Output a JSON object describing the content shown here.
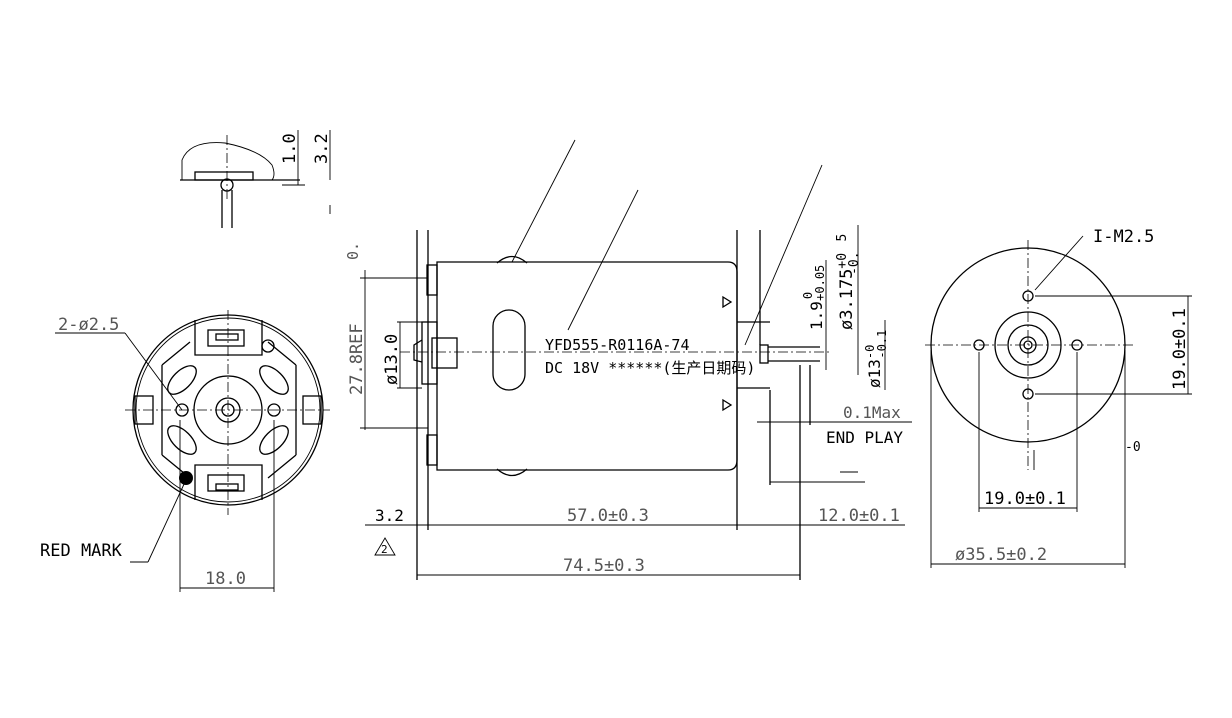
{
  "drawing": {
    "model_label": "YFD555-R0116A-74",
    "voltage_label": "DC 18V ******(生产日期码)",
    "colors": {
      "line": "#000000",
      "dimension": "#555555",
      "background": "#ffffff"
    }
  },
  "top_view": {
    "dim_1": "1.0",
    "dim_2": "3.2"
  },
  "front_view": {
    "holes_label": "2-ø2.5",
    "red_mark_label": "RED MARK",
    "width_dim": "18.0"
  },
  "side_view": {
    "ref_dim": "27.8REF",
    "ref_dim_small": "0.",
    "boss_dim": "ø13.0",
    "shaft_flat_dim": "1.9",
    "shaft_flat_tol": "+0.05",
    "shaft_flat_tol_top": "0",
    "shaft_dim": "ø3.175",
    "shaft_tol": "+0",
    "shaft_tol_low": "-0.",
    "shaft_tol_5": "5",
    "boss2_dim": "ø13",
    "boss2_tol": "-0",
    "boss2_tol_low": "-0.1",
    "end_play_value": "0.1Max",
    "end_play_label": "END PLAY",
    "left_dim": "3.2",
    "rev_mark": "2",
    "body_length": "57.0±0.3",
    "shaft_length": "12.0±0.1",
    "total_length": "74.5±0.3"
  },
  "rear_view": {
    "thread_label": "I-M2.5",
    "vertical_spacing": "19.0±0.1",
    "horizontal_spacing": "19.0±0.1",
    "diameter": "ø35.5±0.2",
    "side_mark": "-0"
  }
}
